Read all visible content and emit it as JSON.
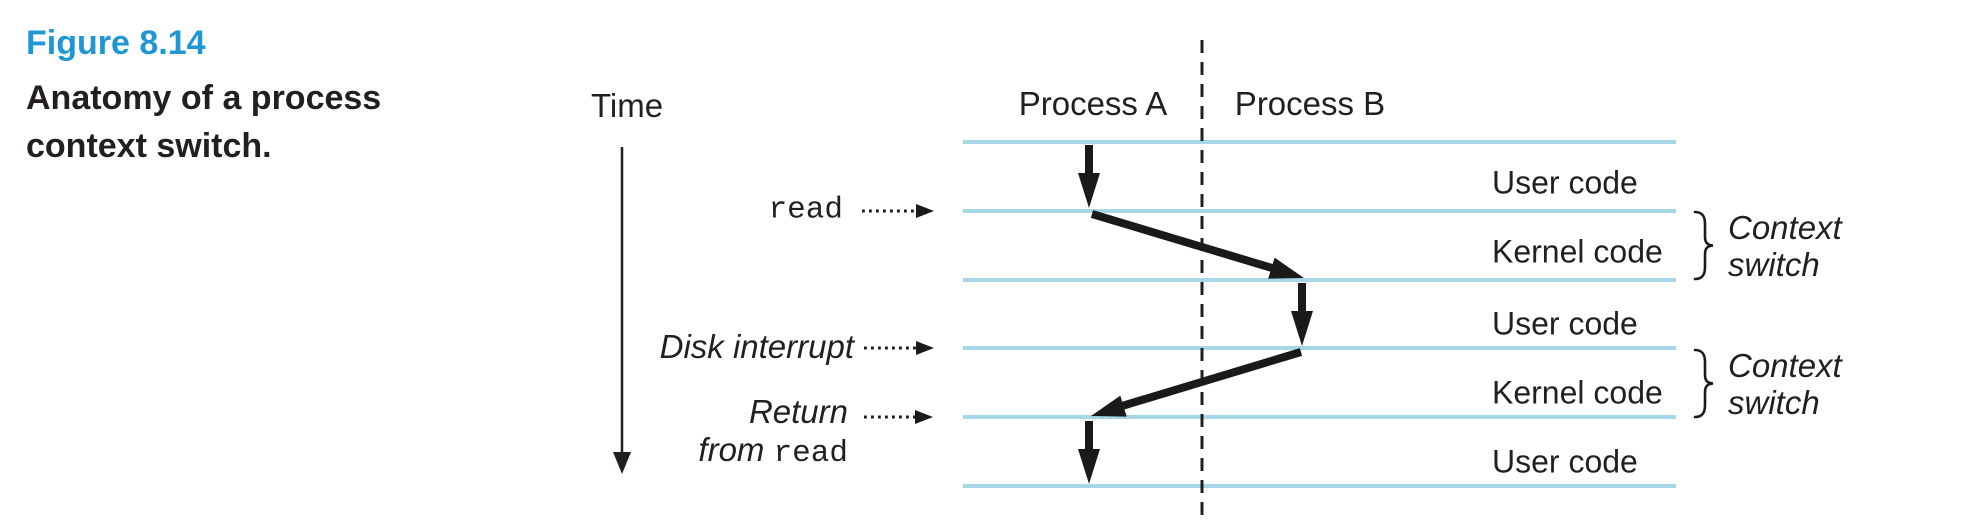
{
  "figure": {
    "label": "Figure 8.14",
    "caption_line1": "Anatomy of a process",
    "caption_line2": "context switch."
  },
  "timeline": {
    "axis_label": "Time"
  },
  "columns": {
    "a": "Process A",
    "b": "Process B"
  },
  "events": [
    {
      "label": "read"
    },
    {
      "label": "Disk interrupt"
    },
    {
      "line1": "Return",
      "line2_italic": "from",
      "line2_mono": "read"
    }
  ],
  "bands": [
    "User code",
    "Kernel code",
    "User code",
    "Kernel code",
    "User code"
  ],
  "context_switch_labels": [
    {
      "line1": "Context",
      "line2": "switch"
    },
    {
      "line1": "Context",
      "line2": "switch"
    }
  ],
  "colors": {
    "accent_blue": "#1E97D4",
    "timeline_blue": "#A6D7E8",
    "ink": "#231F20"
  }
}
